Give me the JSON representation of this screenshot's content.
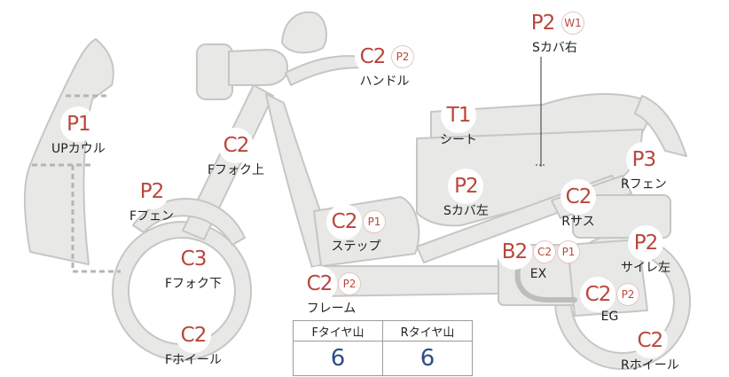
{
  "parts": [
    {
      "id": "s-cover-right",
      "grades": [
        "P2",
        "W1"
      ],
      "label": "Sカバ右"
    },
    {
      "id": "handle",
      "grades": [
        "C2",
        "P2"
      ],
      "label": "ハンドル"
    },
    {
      "id": "up-cowl",
      "grades": [
        "P1"
      ],
      "label": "UPカウル"
    },
    {
      "id": "seat",
      "grades": [
        "T1"
      ],
      "label": "シート"
    },
    {
      "id": "f-fork-upper",
      "grades": [
        "C2"
      ],
      "label": "Fフォク上"
    },
    {
      "id": "r-fender",
      "grades": [
        "P3"
      ],
      "label": "Rフェン"
    },
    {
      "id": "f-fender",
      "grades": [
        "P2"
      ],
      "label": "Fフェン"
    },
    {
      "id": "s-cover-left",
      "grades": [
        "P2"
      ],
      "label": "Sカバ左"
    },
    {
      "id": "r-suspension",
      "grades": [
        "C2"
      ],
      "label": "Rサス"
    },
    {
      "id": "step",
      "grades": [
        "C2",
        "P1"
      ],
      "label": "ステップ"
    },
    {
      "id": "silencer-left",
      "grades": [
        "P2"
      ],
      "label": "サイレ左"
    },
    {
      "id": "f-fork-lower",
      "grades": [
        "C3"
      ],
      "label": "Fフォク下"
    },
    {
      "id": "exhaust",
      "grades": [
        "B2",
        "C2",
        "P1"
      ],
      "label": "EX"
    },
    {
      "id": "frame",
      "grades": [
        "C2",
        "P2"
      ],
      "label": "フレーム"
    },
    {
      "id": "engine",
      "grades": [
        "C2",
        "P2"
      ],
      "label": "EG"
    },
    {
      "id": "f-wheel",
      "grades": [
        "C2"
      ],
      "label": "Fホイール"
    },
    {
      "id": "r-wheel",
      "grades": [
        "C2"
      ],
      "label": "Rホイール"
    }
  ],
  "tires": {
    "headers": [
      "Fタイヤ山",
      "Rタイヤ山"
    ],
    "values": [
      "6",
      "6"
    ]
  },
  "colors": {
    "badge_text": "#b9463c",
    "part_fill": "#e8e8e6",
    "part_stroke": "#c6c6c4",
    "tire_value": "#2f4e86"
  }
}
